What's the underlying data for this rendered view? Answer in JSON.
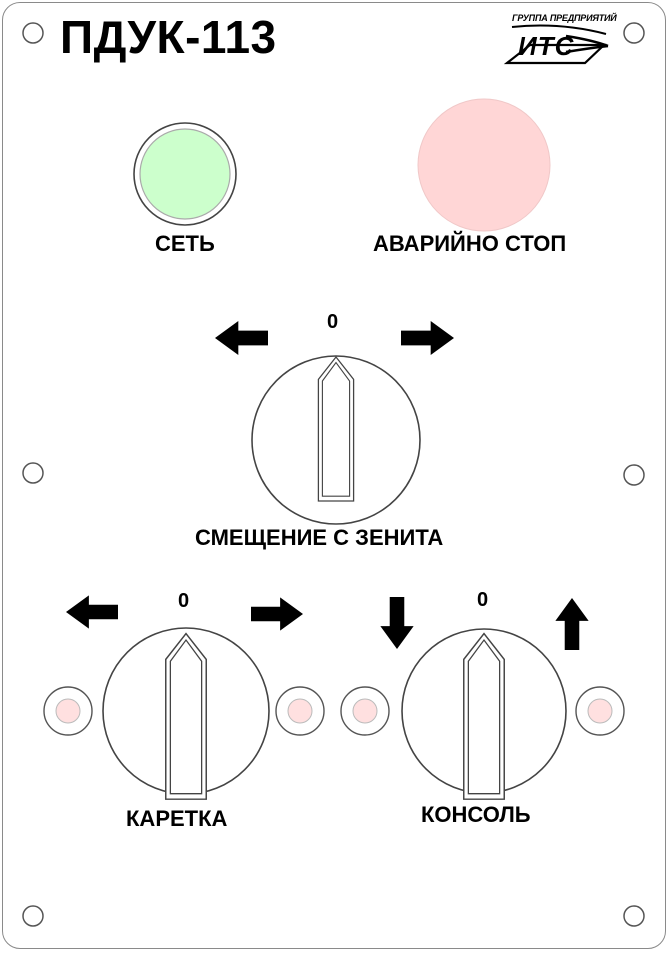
{
  "panel": {
    "title": "ПДУК-113",
    "logo": {
      "caption": "ГРУППА ПРЕДПРИЯТИЙ",
      "mark": "ИТС"
    },
    "indicators": {
      "power": {
        "label": "СЕТЬ",
        "color": "#ccffcc"
      },
      "emergency_stop": {
        "label": "АВАРИЙНО СТОП",
        "color": "#ffd6d6"
      }
    },
    "switches": {
      "zenith_offset": {
        "label": "СМЕЩЕНИЕ С ЗЕНИТА",
        "zero_label": "0"
      },
      "carriage": {
        "label": "КАРЕТКА",
        "zero_label": "0"
      },
      "console": {
        "label": "КОНСОЛЬ",
        "zero_label": "0"
      }
    },
    "lamp_color": "#ffe0e0"
  }
}
